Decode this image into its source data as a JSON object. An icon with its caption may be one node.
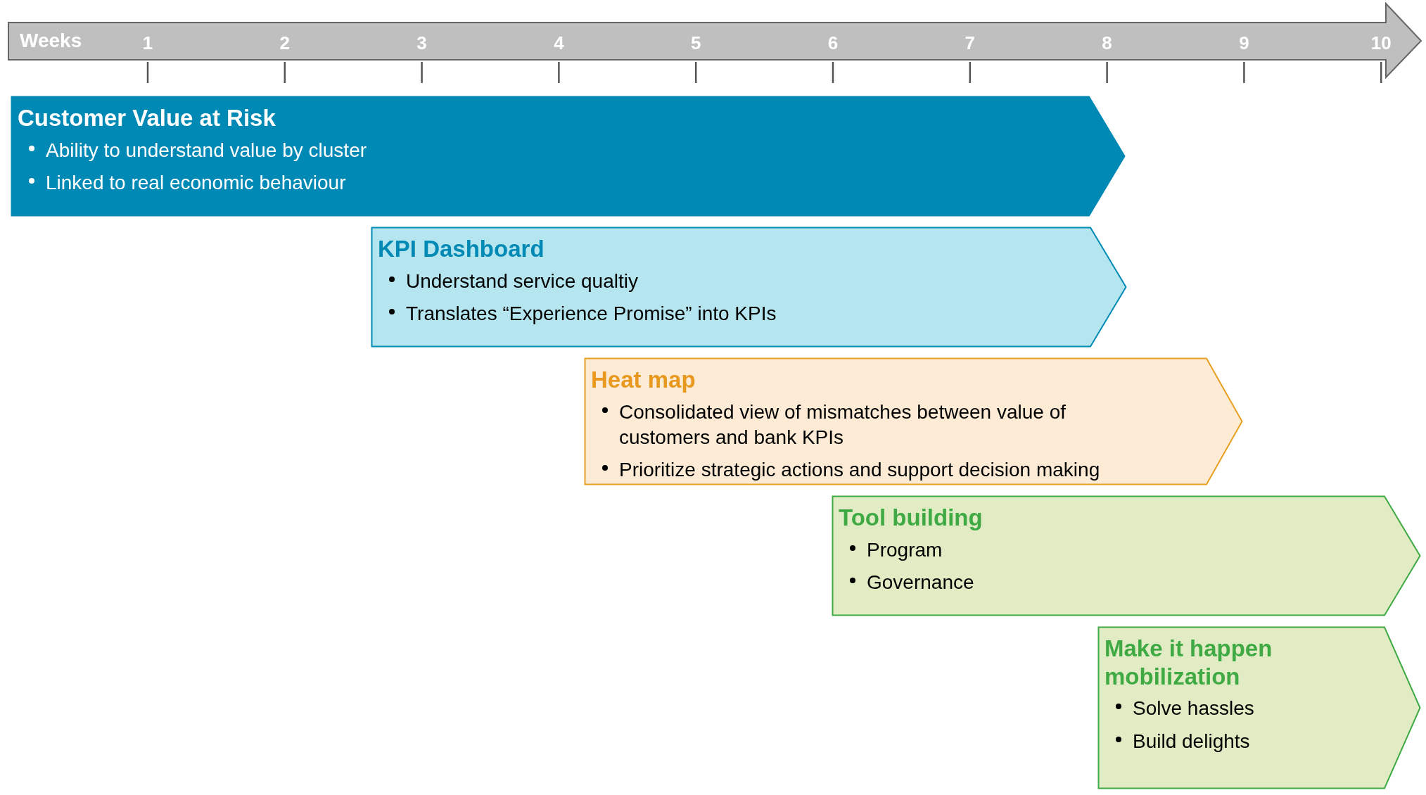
{
  "diagram": {
    "nodes": [
      {
        "text": [
          "Customer Value at Risk",
          "Ability to understand value by cluster",
          "Linked to real economic behaviour"
        ]
      },
      {
        "text": [
          "KPI Dashboard",
          "Understand service qualtiy",
          "Translates “Experience Promise” into KPIs"
        ]
      },
      {
        "text": [
          "Heat map",
          "Consolidated view of mismatches between value of customers and bank KPIs",
          "Prioritize strategic actions and support decision making"
        ]
      },
      {
        "text": [
          "Tool building",
          "Program",
          "Governance"
        ]
      },
      {
        "text": [
          "Make it happen mobilization",
          "Solve hassles",
          "Build delights"
        ]
      }
    ],
    "labels": [
      "Weeks",
      "1",
      "2",
      "3",
      "4",
      "5",
      "6",
      "7",
      "8",
      "9",
      "10"
    ]
  }
}
